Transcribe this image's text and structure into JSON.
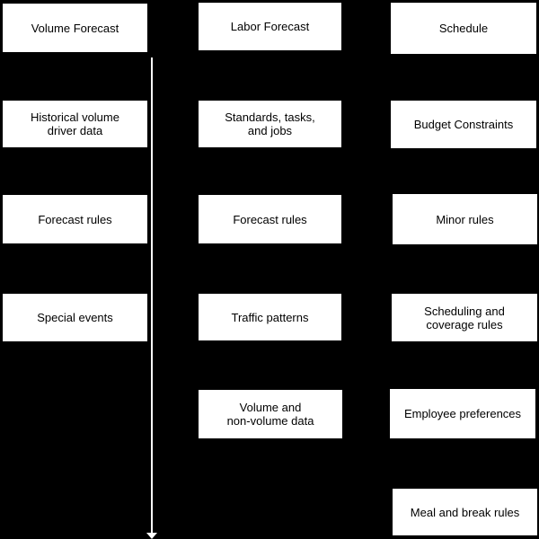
{
  "diagram": {
    "background_color": "#000000",
    "node_fill_color": "#ffffff",
    "node_text_color": "#000000",
    "arrow_color": "#ffffff",
    "columns": [
      {
        "id": "volume-forecast-column",
        "boxes": [
          {
            "label": "Volume Forecast"
          },
          {
            "label": "Historical volume\ndriver data"
          },
          {
            "label": "Forecast rules"
          },
          {
            "label": "Special events"
          }
        ]
      },
      {
        "id": "labor-forecast-column",
        "boxes": [
          {
            "label": "Labor Forecast"
          },
          {
            "label": "Standards, tasks,\nand jobs"
          },
          {
            "label": "Forecast rules"
          },
          {
            "label": "Traffic patterns"
          },
          {
            "label": "Volume and\nnon-volume data"
          }
        ]
      },
      {
        "id": "schedule-column",
        "boxes": [
          {
            "label": "Schedule"
          },
          {
            "label": "Budget Constraints"
          },
          {
            "label": "Minor rules"
          },
          {
            "label": "Scheduling and\ncoverage rules"
          },
          {
            "label": "Employee preferences"
          },
          {
            "label": "Meal and break rules"
          }
        ]
      }
    ],
    "arrow": {
      "direction": "down"
    }
  }
}
